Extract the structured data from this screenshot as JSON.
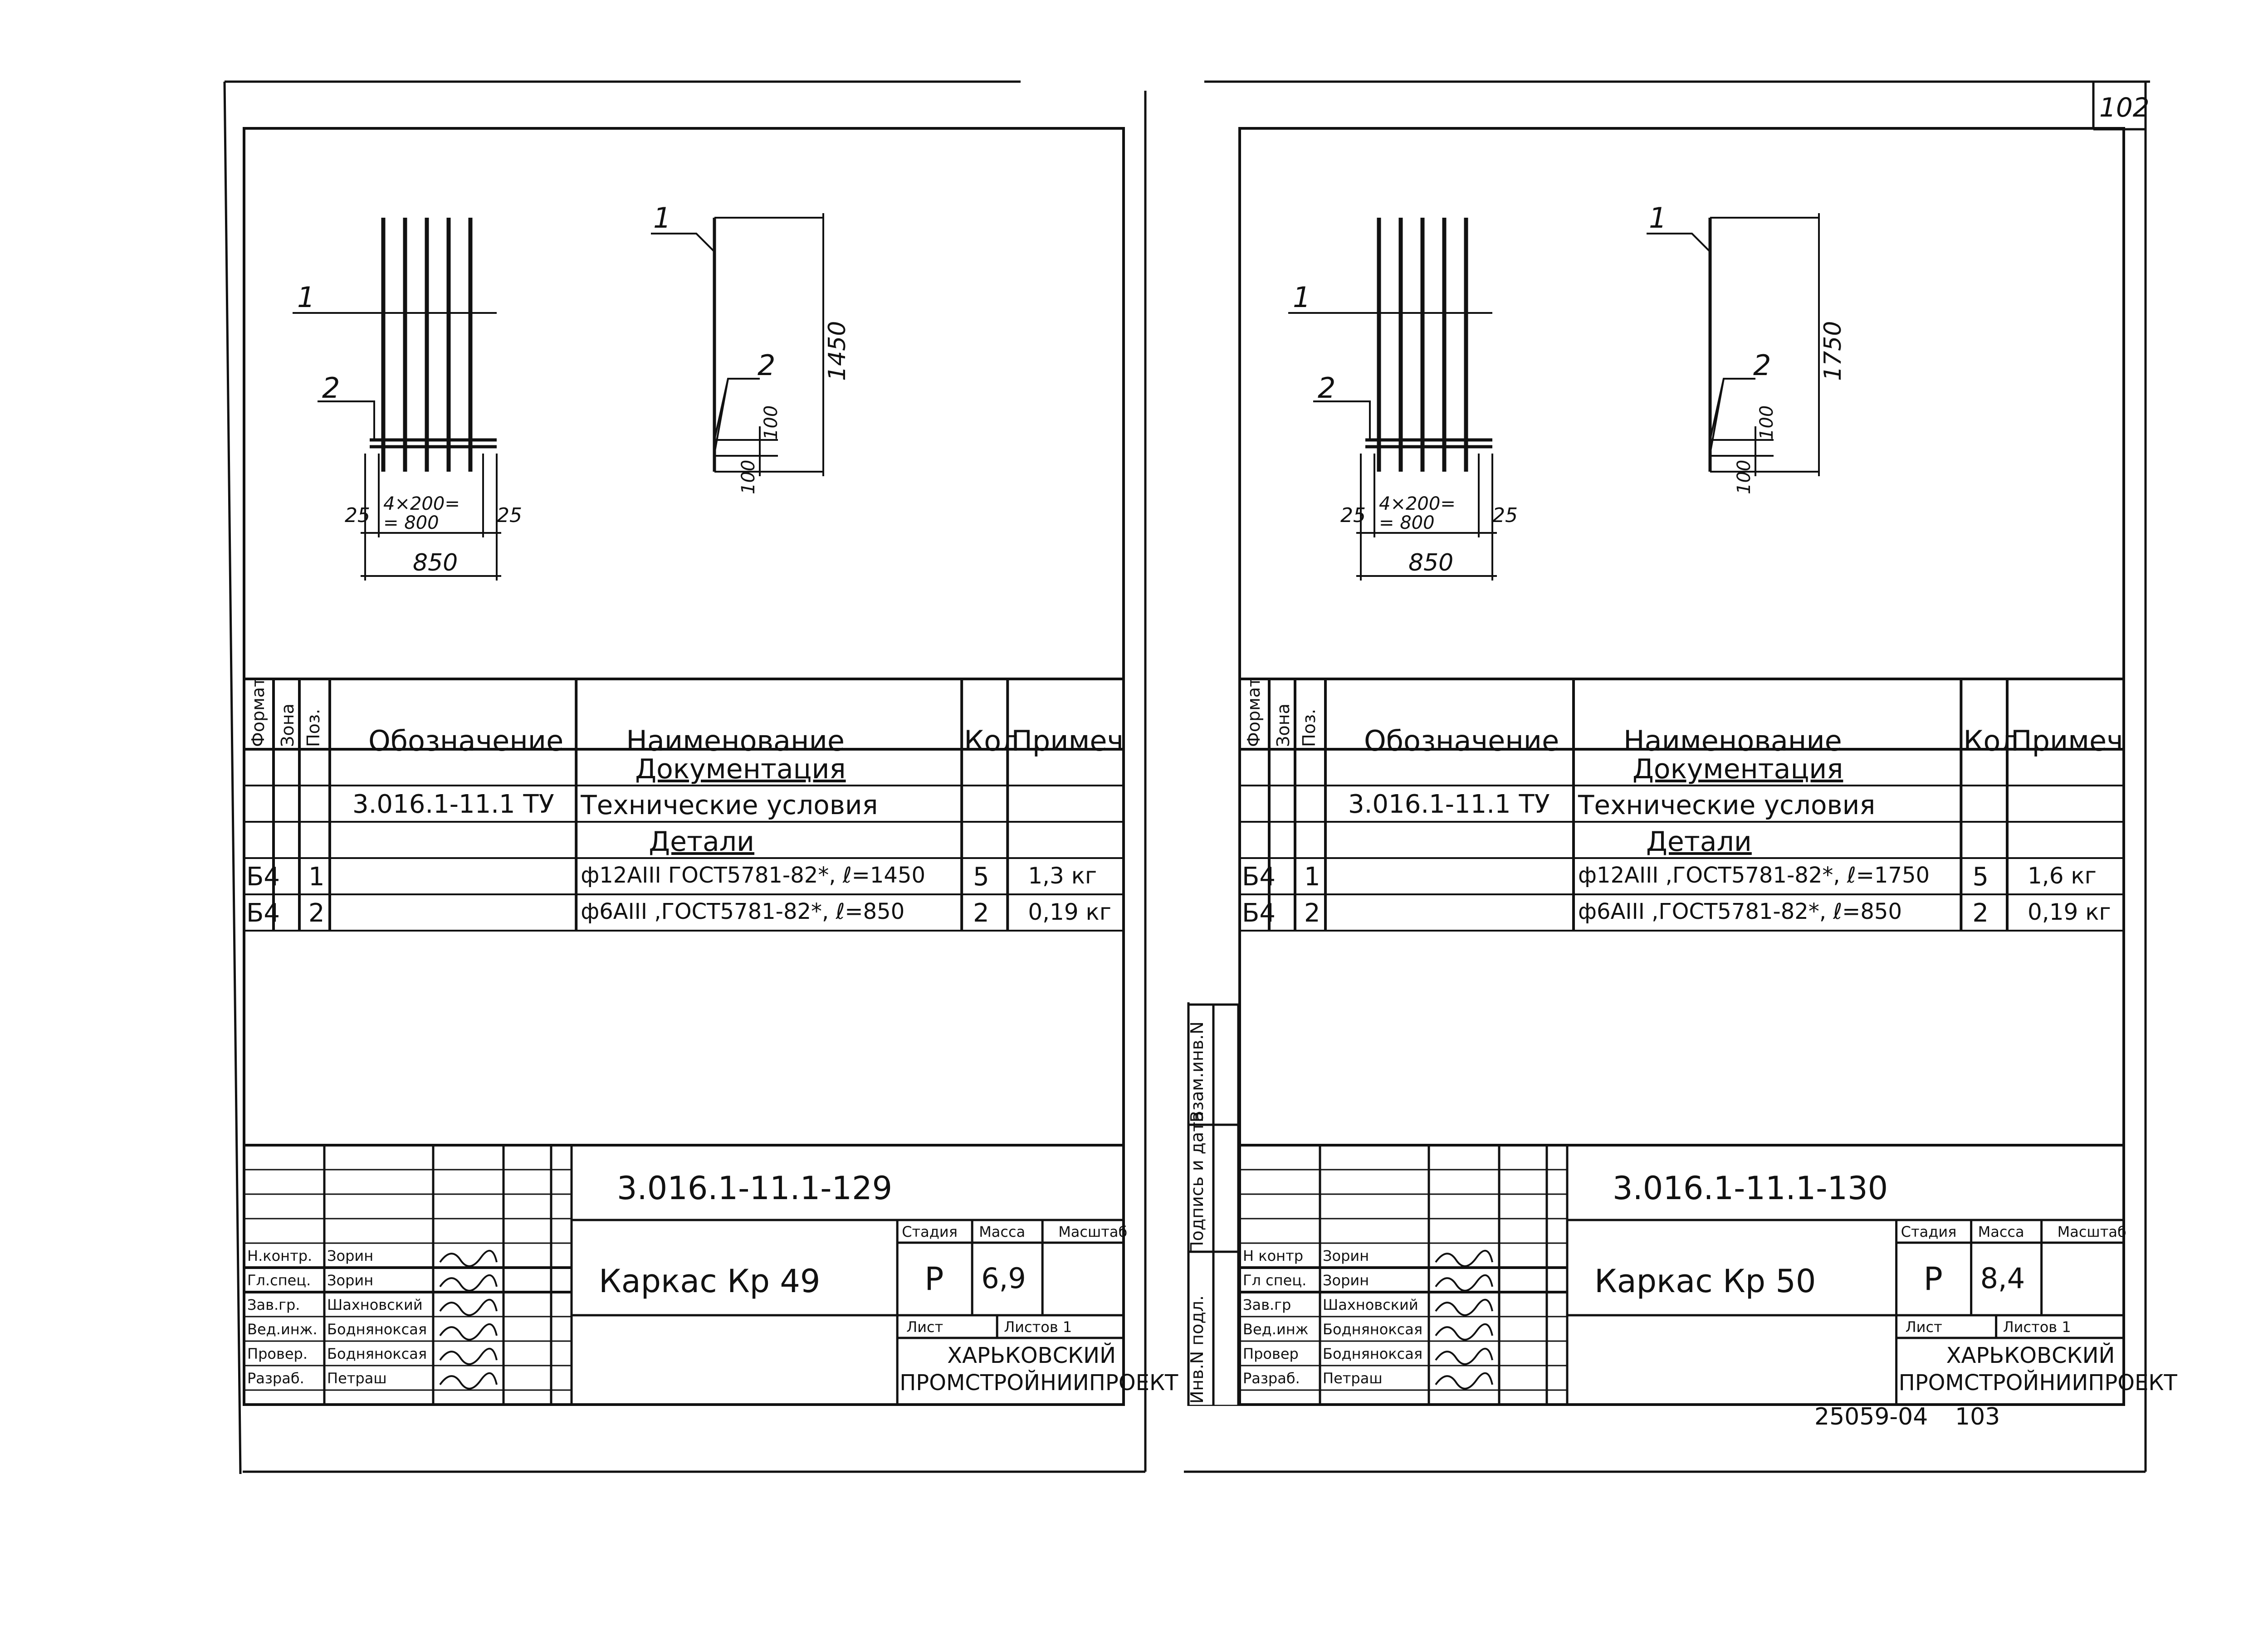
{
  "page_number": "102",
  "bottom_code": "25059-04",
  "bottom_sheet": "103",
  "side_stamp": {
    "inv_podl": "Инв.N подл.",
    "podpis_data": "Подпись и дата",
    "vzam_inv": "Взам.инв.N"
  },
  "header": {
    "format": "Формат",
    "zona": "Зона",
    "poz": "Поз.",
    "oboznachenie": "Обозначение",
    "naimenovanie": "Наименование",
    "kol": "Кол",
    "primech": "Примеч"
  },
  "sheets": [
    {
      "drawing": {
        "callout_1": "1",
        "callout_2": "2",
        "side_callout_1": "1",
        "side_callout_2": "2",
        "dim_spacing": "4×200= = 800",
        "dim_edge_left": "25",
        "dim_edge_right": "25",
        "dim_width": "850",
        "dim_height": "1450",
        "dim_100_a": "100",
        "dim_100_b": "100"
      },
      "rows": [
        {
          "format": "",
          "zona": "",
          "poz": "",
          "oboznachenie": "",
          "naimenovanie": "Документация",
          "kol": "",
          "primech": ""
        },
        {
          "format": "",
          "zona": "",
          "poz": "",
          "oboznachenie": "3.016.1-11.1 ТУ",
          "naimenovanie": "Технические условия",
          "kol": "",
          "primech": ""
        },
        {
          "format": "",
          "zona": "",
          "poz": "",
          "oboznachenie": "",
          "naimenovanie": "Детали",
          "kol": "",
          "primech": ""
        },
        {
          "format": "Б4",
          "zona": "",
          "poz": "1",
          "oboznachenie": "",
          "naimenovanie": "ф12АIII ГОСТ5781-82*, ℓ=1450",
          "kol": "5",
          "primech": "1,3 кг"
        },
        {
          "format": "Б4",
          "zona": "",
          "poz": "2",
          "oboznachenie": "",
          "naimenovanie": "ф6АIII ,ГОСТ5781-82*, ℓ=850",
          "kol": "2",
          "primech": "0,19 кг"
        }
      ],
      "title_block": {
        "doc_code": "3.016.1-11.1-129",
        "title": "Каркас  Кр 49",
        "stadia_label": "Стадия",
        "massa_label": "Масса",
        "masshtab_label": "Масштаб",
        "stadia": "Р",
        "massa": "6,9",
        "masshtab": "",
        "list_label": "Лист",
        "listov_label": "Листов 1",
        "org_line1": "ХАРЬКОВСКИЙ",
        "org_line2": "ПРОМСТРОЙНИИПРОЕКТ",
        "people": [
          {
            "role": "Н.контр.",
            "name": "Зорин"
          },
          {
            "role": "Гл.спец.",
            "name": "Зорин"
          },
          {
            "role": "Зав.гр.",
            "name": "Шахновский"
          },
          {
            "role": "Вед.инж.",
            "name": "Бодняноксая"
          },
          {
            "role": "Провер.",
            "name": "Бодняноксая"
          },
          {
            "role": "Разраб.",
            "name": "Петраш"
          }
        ]
      }
    },
    {
      "drawing": {
        "callout_1": "1",
        "callout_2": "2",
        "side_callout_1": "1",
        "side_callout_2": "2",
        "dim_spacing": "4×200= = 800",
        "dim_edge_left": "25",
        "dim_edge_right": "25",
        "dim_width": "850",
        "dim_height": "1750",
        "dim_100_a": "100",
        "dim_100_b": "100"
      },
      "rows": [
        {
          "format": "",
          "zona": "",
          "poz": "",
          "oboznachenie": "",
          "naimenovanie": "Документация",
          "kol": "",
          "primech": ""
        },
        {
          "format": "",
          "zona": "",
          "poz": "",
          "oboznachenie": "3.016.1-11.1 ТУ",
          "naimenovanie": "Технические условия",
          "kol": "",
          "primech": ""
        },
        {
          "format": "",
          "zona": "",
          "poz": "",
          "oboznachenie": "",
          "naimenovanie": "Детали",
          "kol": "",
          "primech": ""
        },
        {
          "format": "Б4",
          "zona": "",
          "poz": "1",
          "oboznachenie": "",
          "naimenovanie": "ф12АIII ,ГОСТ5781-82*, ℓ=1750",
          "kol": "5",
          "primech": "1,6 кг"
        },
        {
          "format": "Б4",
          "zona": "",
          "poz": "2",
          "oboznachenie": "",
          "naimenovanie": "ф6АIII ,ГОСТ5781-82*, ℓ=850",
          "kol": "2",
          "primech": "0,19 кг"
        }
      ],
      "title_block": {
        "doc_code": "3.016.1-11.1-130",
        "title": "Каркас  Кр 50",
        "stadia_label": "Стадия",
        "massa_label": "Масса",
        "masshtab_label": "Масштаб",
        "stadia": "Р",
        "massa": "8,4",
        "masshtab": "",
        "list_label": "Лист",
        "listov_label": "Листов 1",
        "org_line1": "ХАРЬКОВСКИЙ",
        "org_line2": "ПРОМСТРОЙНИИПРОЕКТ",
        "people": [
          {
            "role": "Н контр",
            "name": "Зорин"
          },
          {
            "role": "Гл спец.",
            "name": "Зорин"
          },
          {
            "role": "Зав.гр",
            "name": "Шахновский"
          },
          {
            "role": "Вед.инж",
            "name": "Бодняноксая"
          },
          {
            "role": "Провер",
            "name": "Бодняноксая"
          },
          {
            "role": "Разраб.",
            "name": "Петраш"
          }
        ]
      }
    }
  ]
}
